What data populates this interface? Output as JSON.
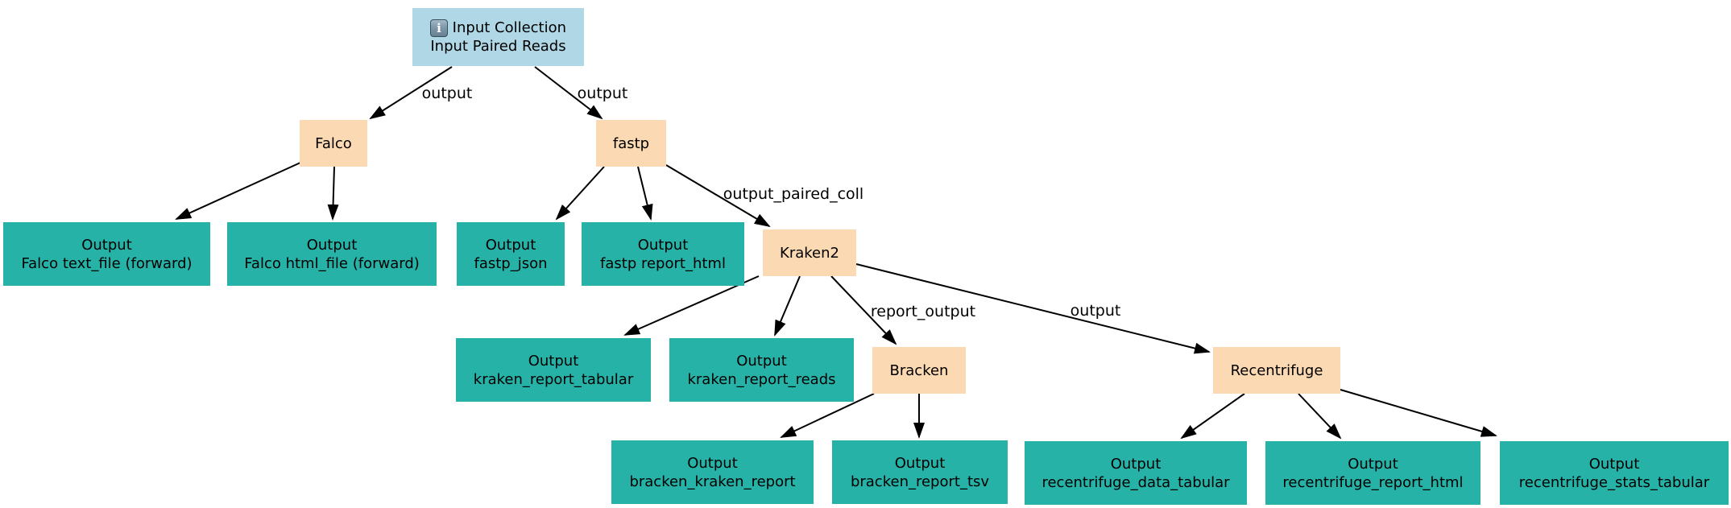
{
  "diagram": {
    "kind": "workflow-graph",
    "background": "#FFFFFF",
    "colors": {
      "input_node": "#AFD7E5",
      "tool_node": "#FBD9B2",
      "output_node": "#26B2A7",
      "edge": "#000000",
      "text": "#000000"
    },
    "icons": {
      "info": "i"
    },
    "nodes": [
      {
        "id": "input_paired_reads",
        "kind": "input-collection",
        "icon": "info-icon",
        "lines": [
          "Input Collection",
          "Input Paired Reads"
        ]
      },
      {
        "id": "falco",
        "kind": "tool",
        "lines": [
          "Falco"
        ]
      },
      {
        "id": "fastp",
        "kind": "tool",
        "lines": [
          "fastp"
        ]
      },
      {
        "id": "out_falco_text",
        "kind": "output",
        "lines": [
          "Output",
          "Falco text_file (forward)"
        ]
      },
      {
        "id": "out_falco_html",
        "kind": "output",
        "lines": [
          "Output",
          "Falco html_file (forward)"
        ]
      },
      {
        "id": "out_fastp_json",
        "kind": "output",
        "lines": [
          "Output",
          "fastp_json"
        ]
      },
      {
        "id": "out_fastp_report",
        "kind": "output",
        "lines": [
          "Output",
          "fastp report_html"
        ]
      },
      {
        "id": "kraken2",
        "kind": "tool",
        "lines": [
          "Kraken2"
        ]
      },
      {
        "id": "out_kraken_tabular",
        "kind": "output",
        "lines": [
          "Output",
          "kraken_report_tabular"
        ]
      },
      {
        "id": "out_kraken_reads",
        "kind": "output",
        "lines": [
          "Output",
          "kraken_report_reads"
        ]
      },
      {
        "id": "bracken",
        "kind": "tool",
        "lines": [
          "Bracken"
        ]
      },
      {
        "id": "recentrifuge",
        "kind": "tool",
        "lines": [
          "Recentrifuge"
        ]
      },
      {
        "id": "out_bracken_kraken",
        "kind": "output",
        "lines": [
          "Output",
          "bracken_kraken_report"
        ]
      },
      {
        "id": "out_bracken_tsv",
        "kind": "output",
        "lines": [
          "Output",
          "bracken_report_tsv"
        ]
      },
      {
        "id": "out_recent_data",
        "kind": "output",
        "lines": [
          "Output",
          "recentrifuge_data_tabular"
        ]
      },
      {
        "id": "out_recent_report",
        "kind": "output",
        "lines": [
          "Output",
          "recentrifuge_report_html"
        ]
      },
      {
        "id": "out_recent_stats",
        "kind": "output",
        "lines": [
          "Output",
          "recentrifuge_stats_tabular"
        ]
      }
    ],
    "edges": [
      {
        "from": "input_paired_reads",
        "to": "falco",
        "label": "output"
      },
      {
        "from": "input_paired_reads",
        "to": "fastp",
        "label": "output"
      },
      {
        "from": "falco",
        "to": "out_falco_text",
        "label": ""
      },
      {
        "from": "falco",
        "to": "out_falco_html",
        "label": ""
      },
      {
        "from": "fastp",
        "to": "out_fastp_json",
        "label": ""
      },
      {
        "from": "fastp",
        "to": "out_fastp_report",
        "label": ""
      },
      {
        "from": "fastp",
        "to": "kraken2",
        "label": "output_paired_coll"
      },
      {
        "from": "kraken2",
        "to": "out_kraken_tabular",
        "label": ""
      },
      {
        "from": "kraken2",
        "to": "out_kraken_reads",
        "label": ""
      },
      {
        "from": "kraken2",
        "to": "bracken",
        "label": "report_output"
      },
      {
        "from": "kraken2",
        "to": "recentrifuge",
        "label": "output"
      },
      {
        "from": "bracken",
        "to": "out_bracken_kraken",
        "label": ""
      },
      {
        "from": "bracken",
        "to": "out_bracken_tsv",
        "label": ""
      },
      {
        "from": "recentrifuge",
        "to": "out_recent_data",
        "label": ""
      },
      {
        "from": "recentrifuge",
        "to": "out_recent_report",
        "label": ""
      },
      {
        "from": "recentrifuge",
        "to": "out_recent_stats",
        "label": ""
      }
    ]
  }
}
